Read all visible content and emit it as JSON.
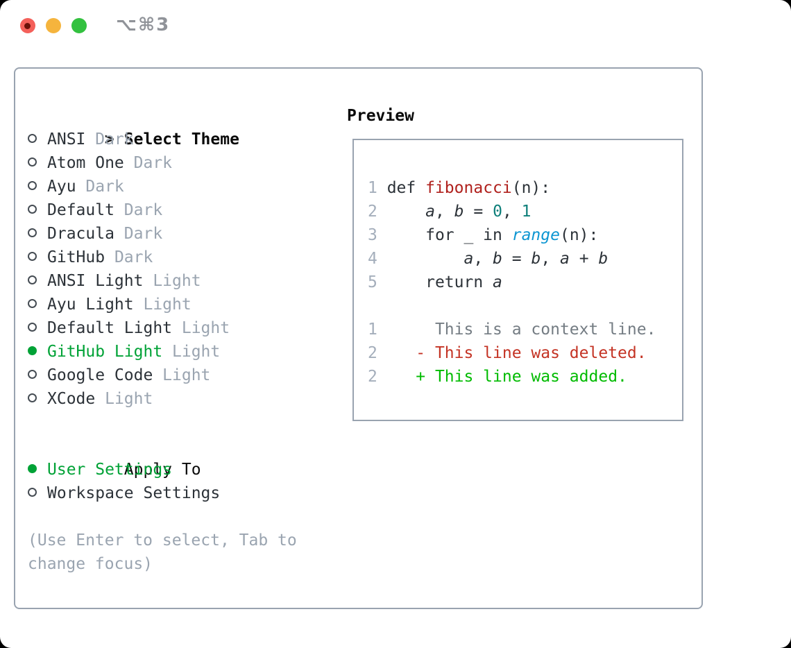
{
  "window": {
    "title": "⌥⌘3",
    "traffic_light_colors": {
      "close": "#f4605a",
      "close_inner_dot": "#6b1008",
      "minimize": "#f5b43d",
      "zoom": "#33c13f"
    }
  },
  "theme_panel": {
    "header": {
      "prompt": ">",
      "label": "Select Theme"
    },
    "themes": [
      {
        "name": "ANSI",
        "variant": "Dark",
        "selected": false
      },
      {
        "name": "Atom One",
        "variant": "Dark",
        "selected": false
      },
      {
        "name": "Ayu",
        "variant": "Dark",
        "selected": false
      },
      {
        "name": "Default",
        "variant": "Dark",
        "selected": false
      },
      {
        "name": "Dracula",
        "variant": "Dark",
        "selected": false
      },
      {
        "name": "GitHub",
        "variant": "Dark",
        "selected": false
      },
      {
        "name": "ANSI Light",
        "variant": "Light",
        "selected": false
      },
      {
        "name": "Ayu Light",
        "variant": "Light",
        "selected": false
      },
      {
        "name": "Default Light",
        "variant": "Light",
        "selected": false
      },
      {
        "name": "GitHub Light",
        "variant": "Light",
        "selected": true
      },
      {
        "name": "Google Code",
        "variant": "Light",
        "selected": false
      },
      {
        "name": "XCode",
        "variant": "Light",
        "selected": false
      }
    ],
    "apply_to": {
      "label": "Apply To",
      "options": [
        {
          "name": "User Settings",
          "selected": true
        },
        {
          "name": "Workspace Settings",
          "selected": false
        }
      ]
    },
    "hint_lines": [
      "(Use Enter to select, Tab to",
      "change focus)"
    ]
  },
  "preview": {
    "title": "Preview",
    "lines": [
      {
        "kind": "code",
        "tokens": [
          {
            "t": "1",
            "c": "line-number"
          },
          {
            "t": " def ",
            "c": "plain"
          },
          {
            "t": "fibonacci",
            "c": "function"
          },
          {
            "t": "(n):",
            "c": "plain"
          }
        ]
      },
      {
        "kind": "code",
        "tokens": [
          {
            "t": "2",
            "c": "line-number"
          },
          {
            "t": "     ",
            "c": "plain"
          },
          {
            "t": "a",
            "c": "variable"
          },
          {
            "t": ", ",
            "c": "plain"
          },
          {
            "t": "b",
            "c": "variable"
          },
          {
            "t": " = ",
            "c": "plain"
          },
          {
            "t": "0",
            "c": "number"
          },
          {
            "t": ", ",
            "c": "plain"
          },
          {
            "t": "1",
            "c": "number"
          }
        ]
      },
      {
        "kind": "code",
        "tokens": [
          {
            "t": "3",
            "c": "line-number"
          },
          {
            "t": "     for _ in ",
            "c": "plain"
          },
          {
            "t": "range",
            "c": "builtin"
          },
          {
            "t": "(n):",
            "c": "plain"
          }
        ]
      },
      {
        "kind": "code",
        "tokens": [
          {
            "t": "4",
            "c": "line-number"
          },
          {
            "t": "         ",
            "c": "plain"
          },
          {
            "t": "a",
            "c": "variable"
          },
          {
            "t": ", ",
            "c": "plain"
          },
          {
            "t": "b",
            "c": "variable"
          },
          {
            "t": " = ",
            "c": "plain"
          },
          {
            "t": "b",
            "c": "variable"
          },
          {
            "t": ", ",
            "c": "plain"
          },
          {
            "t": "a",
            "c": "variable"
          },
          {
            "t": " + ",
            "c": "plain"
          },
          {
            "t": "b",
            "c": "variable"
          }
        ]
      },
      {
        "kind": "code",
        "tokens": [
          {
            "t": "5",
            "c": "line-number"
          },
          {
            "t": "     return ",
            "c": "plain"
          },
          {
            "t": "a",
            "c": "variable"
          }
        ]
      },
      {
        "kind": "blank",
        "tokens": []
      },
      {
        "kind": "context",
        "tokens": [
          {
            "t": "1",
            "c": "line-number"
          },
          {
            "t": "      This is a context line.",
            "c": "context"
          }
        ]
      },
      {
        "kind": "deleted",
        "tokens": [
          {
            "t": "2",
            "c": "line-number"
          },
          {
            "t": "    - This line was deleted.",
            "c": "deleted"
          }
        ]
      },
      {
        "kind": "added",
        "tokens": [
          {
            "t": "2",
            "c": "line-number"
          },
          {
            "t": "    + This line was added.",
            "c": "added"
          }
        ]
      }
    ]
  },
  "colors": {
    "selection_green": "#00a236",
    "added_green": "#00bb00",
    "deleted_red": "#c43324",
    "function_red": "#b0211d",
    "number_teal": "#0e7f7a",
    "builtin_blue": "#0d96d2",
    "muted_gray": "#9aa4b0",
    "line_number_gray": "#a4aebb",
    "panel_border": "#99a3b0",
    "text_dark": "#2c3238"
  }
}
